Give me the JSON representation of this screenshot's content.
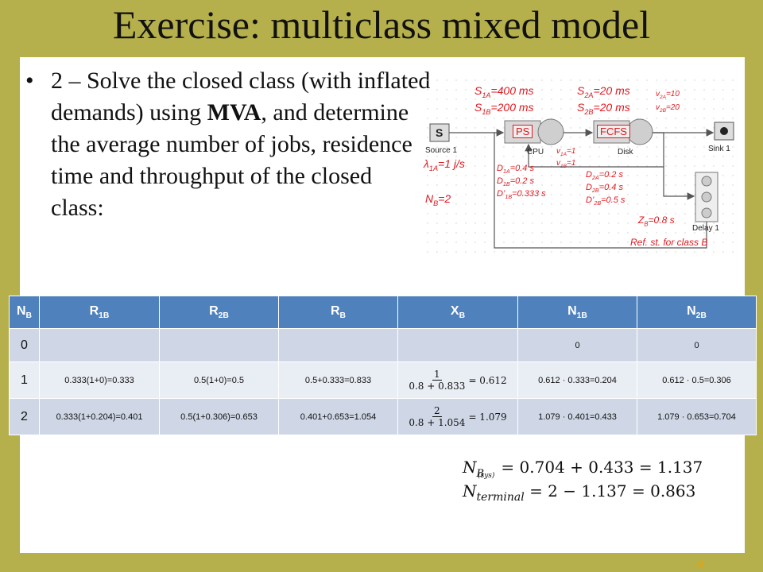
{
  "title": "Exercise: multiclass mixed model",
  "bullet": {
    "marker": "•",
    "pre": "2 – Solve the closed class (with inflated demands) using ",
    "bold": "MVA",
    "post": ", and determine the average number of jobs, residence time and throughput of the closed class:"
  },
  "diagram": {
    "s1a": "=400 ms",
    "s1b": "=200 ms",
    "s2a": "=20 ms",
    "s2b": "=20 ms",
    "v2a": "=10",
    "v2b": "=20",
    "ps": "PS",
    "fcfs": "FCFS",
    "source_glyph": "S",
    "source_label": "Source 1",
    "cpu_label": "CPU",
    "disk_label": "Disk",
    "sink_label": "Sink 1",
    "delay_label": "Delay 1",
    "lambda": "=1 j/s",
    "v1a": "=1",
    "v1b": "=1",
    "d1a": "=0.4 s",
    "d1b": "=0.2 s",
    "dp1b": "=0.333 s",
    "d2a": "=0.2 s",
    "d2b": "=0.4 s",
    "dp2b": "=0.5 s",
    "nb": "=2",
    "zb": "=0.8 s",
    "ref": "Ref. st. for class B"
  },
  "table": {
    "headers": [
      "N",
      "R",
      "R",
      "R",
      "X",
      "N",
      "N"
    ],
    "header_subs": [
      "B",
      "1B",
      "2B",
      "B",
      "B",
      "1B",
      "2B"
    ],
    "rows": [
      {
        "nb": "0",
        "r1b": "",
        "r2b": "",
        "rb": "",
        "xb": "",
        "n1b": "0",
        "n2b": "0"
      },
      {
        "nb": "1",
        "r1b": "0.333(1+0)=0.333",
        "r2b": "0.5(1+0)=0.5",
        "rb": "0.5+0.333=0.833",
        "xb_num": "1",
        "xb_den": "0.8 + 0.833",
        "xb_res": "= 0.612",
        "n1b": "0.612 · 0.333=0.204",
        "n2b": "0.612 · 0.5=0.306"
      },
      {
        "nb": "2",
        "r1b": "0.333(1+0.204)=0.401",
        "r2b": "0.5(1+0.306)=0.653",
        "rb": "0.401+0.653=1.054",
        "xb_num": "2",
        "xb_den": "0.8 + 1.054",
        "xb_res": "= 1.079",
        "n1b": "1.079 · 0.401=0.433",
        "n2b": "1.079 · 0.653=0.704"
      }
    ]
  },
  "equations": {
    "eq1_sup": "(sys)",
    "eq1": "= 0.704 + 0.433 = 1.137",
    "eq2_sub": "terminal",
    "eq2": "= 2 − 1.137 = 0.863"
  },
  "page_number": "9"
}
